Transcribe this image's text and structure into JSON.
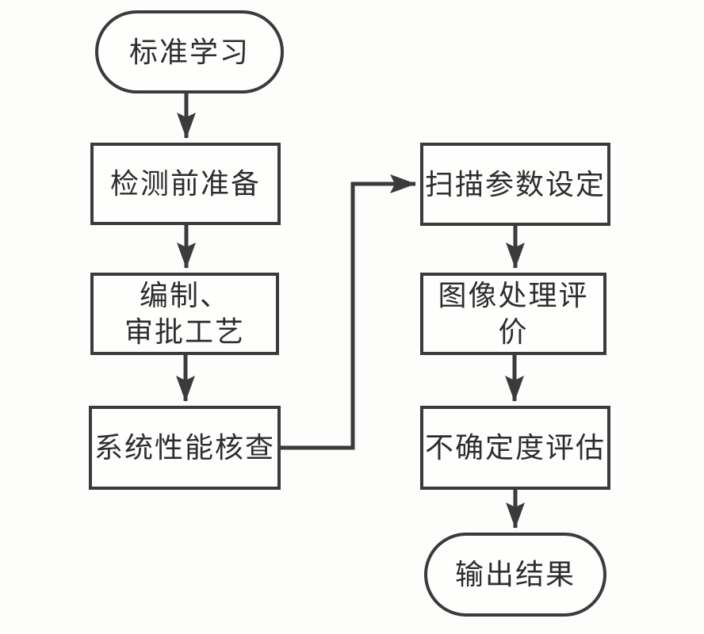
{
  "diagram": {
    "type": "flowchart",
    "nodes": {
      "standard_learning": {
        "shape": "stadium",
        "label": "标准学习"
      },
      "pre_inspection_preparation": {
        "shape": "rect",
        "label": "检测前准备"
      },
      "compile_approve_procedure": {
        "shape": "rect",
        "line1": "编制、",
        "line2": "审批工艺"
      },
      "system_performance_check": {
        "shape": "rect",
        "label": "系统性能核查"
      },
      "scan_parameter_setting": {
        "shape": "rect",
        "label": "扫描参数设定"
      },
      "image_processing_evaluation": {
        "shape": "rect",
        "label": "图像处理评价"
      },
      "uncertainty_evaluation": {
        "shape": "rect",
        "label": "不确定度评估"
      },
      "output_result": {
        "shape": "stadium",
        "label": "输出结果"
      }
    },
    "edges": [
      {
        "from": "standard_learning",
        "to": "pre_inspection_preparation",
        "style": "straight-down"
      },
      {
        "from": "pre_inspection_preparation",
        "to": "compile_approve_procedure",
        "style": "straight-down"
      },
      {
        "from": "compile_approve_procedure",
        "to": "system_performance_check",
        "style": "straight-down"
      },
      {
        "from": "system_performance_check",
        "to": "scan_parameter_setting",
        "style": "elbow-right-up-right"
      },
      {
        "from": "scan_parameter_setting",
        "to": "image_processing_evaluation",
        "style": "straight-down"
      },
      {
        "from": "image_processing_evaluation",
        "to": "uncertainty_evaluation",
        "style": "straight-down"
      },
      {
        "from": "uncertainty_evaluation",
        "to": "output_result",
        "style": "straight-down"
      }
    ],
    "colors": {
      "stroke": "#3b3b3d",
      "text": "#2d2d2f",
      "background": "#fdfdfb",
      "node_fill": "#fefefd"
    }
  }
}
